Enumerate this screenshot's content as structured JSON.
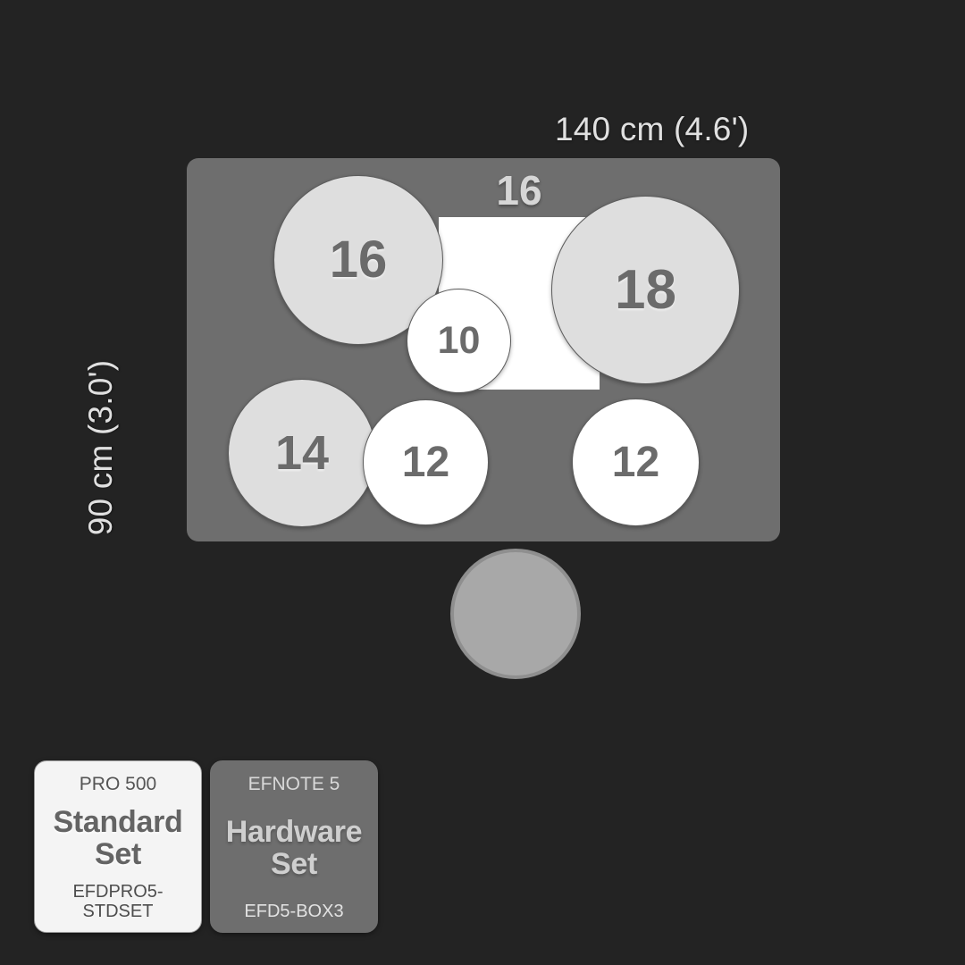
{
  "background_color": "#232323",
  "dimensions": {
    "width_label": "140 cm (4.6')",
    "height_label": "90 cm (3.0')"
  },
  "platform": {
    "color": "#6e6e6e"
  },
  "kick": {
    "size_label": "16",
    "shape": "rectangle",
    "color": "#ffffff"
  },
  "pads": [
    {
      "size_label": "16",
      "style": "light",
      "color": "#dedede"
    },
    {
      "size_label": "18",
      "style": "light",
      "color": "#dedede"
    },
    {
      "size_label": "10",
      "style": "white",
      "color": "#ffffff"
    },
    {
      "size_label": "14",
      "style": "light",
      "color": "#dedede"
    },
    {
      "size_label": "12",
      "style": "white",
      "color": "#ffffff"
    },
    {
      "size_label": "12",
      "style": "white",
      "color": "#ffffff"
    }
  ],
  "throne": {
    "color": "#a8a8a8"
  },
  "legend": {
    "cards": [
      {
        "brand": "PRO 500",
        "title_line1": "Standard",
        "title_line2": "Set",
        "code": "EFDPRO5-STDSET",
        "theme": "light",
        "background_color": "#f4f4f4"
      },
      {
        "brand": "EFNOTE 5",
        "title_line1": "Hardware",
        "title_line2": "Set",
        "code": "EFD5-BOX3",
        "theme": "gray",
        "background_color": "#6e6e6e"
      }
    ]
  }
}
